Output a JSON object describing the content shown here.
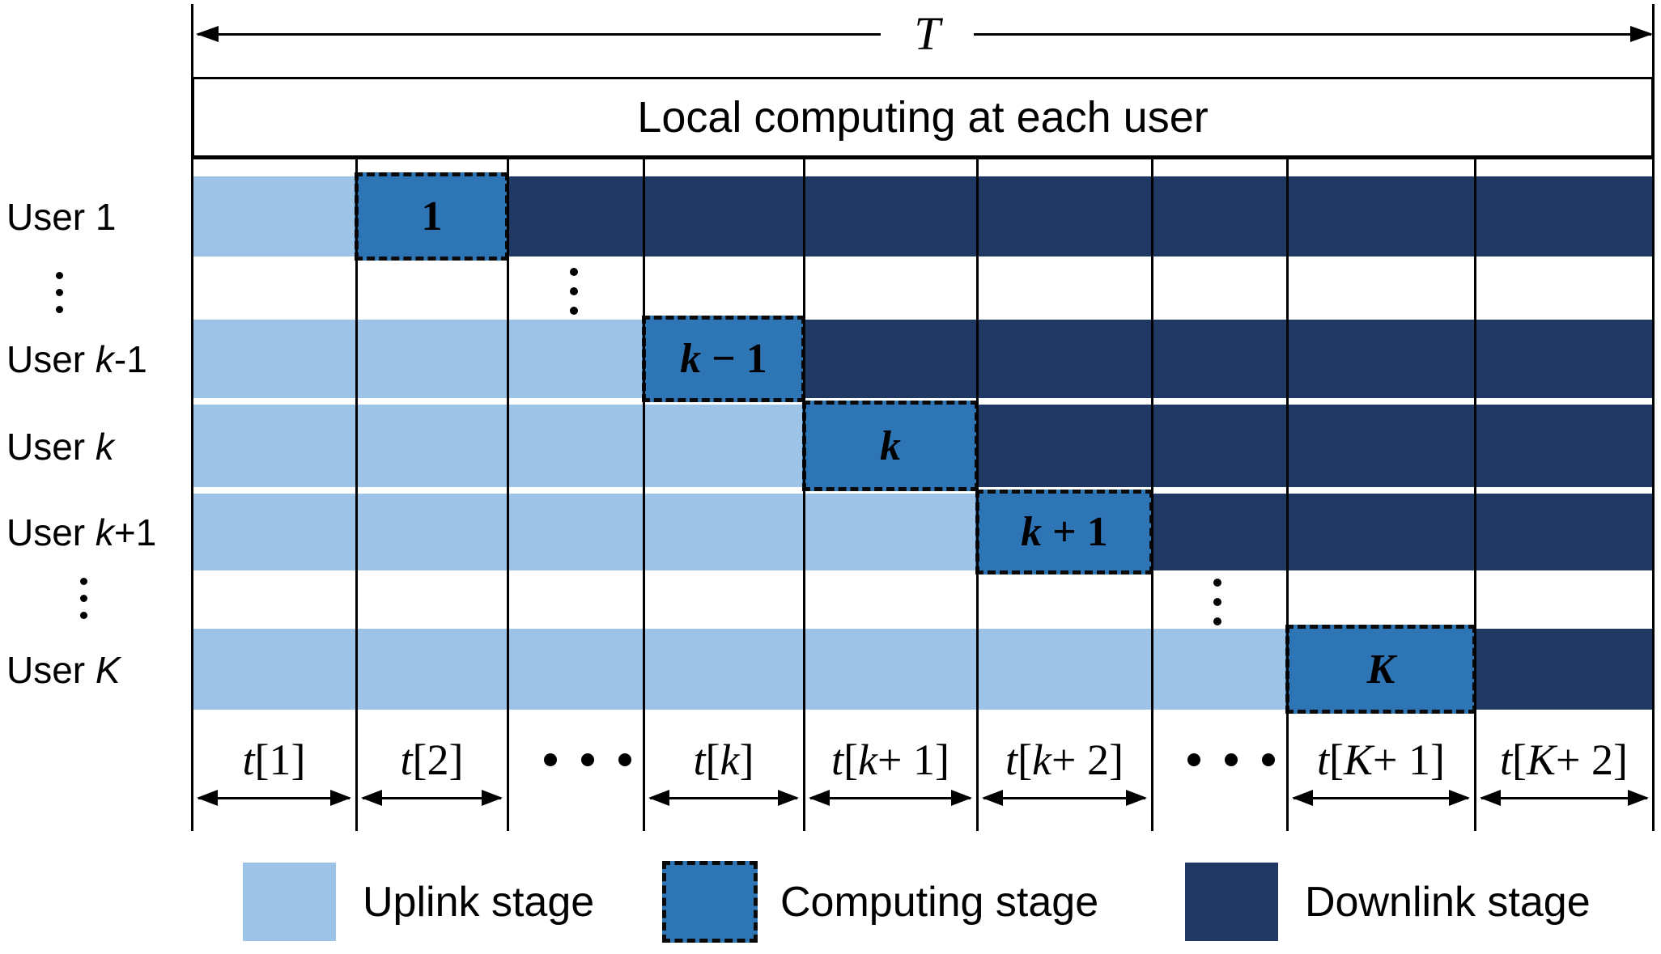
{
  "timeline": {
    "total_label": "T"
  },
  "header": {
    "title": "Local computing at each user"
  },
  "users": [
    {
      "prefix": "User ",
      "sub": "1",
      "computing_label": "1"
    },
    {
      "prefix": "User ",
      "sub": "k-1",
      "computing_label": "k − 1"
    },
    {
      "prefix": "User ",
      "sub": "k",
      "computing_label": "k"
    },
    {
      "prefix": "User ",
      "sub": "k+1",
      "computing_label": "k + 1"
    },
    {
      "prefix": "User ",
      "sub": "K",
      "computing_label": "K"
    }
  ],
  "time_slots": [
    "t[1]",
    "t[2]",
    "⋯",
    "t[k]",
    "t[k + 1]",
    "t[k + 2]",
    "⋯",
    "t[K + 1]",
    "t[K + 2]"
  ],
  "ellipsis": {
    "vertical": "⋮",
    "horizontal": "⋯"
  },
  "legend": [
    {
      "label": "Uplink stage",
      "color": "#9DC3E6",
      "border": "none"
    },
    {
      "label": "Computing stage",
      "color": "#2E75B6",
      "border": "dashed"
    },
    {
      "label": "Downlink stage",
      "color": "#1F3864",
      "border": "none"
    }
  ],
  "colors": {
    "uplink": "#9DC3E6",
    "computing": "#2E75B6",
    "downlink": "#1F3864",
    "line": "#000000"
  }
}
